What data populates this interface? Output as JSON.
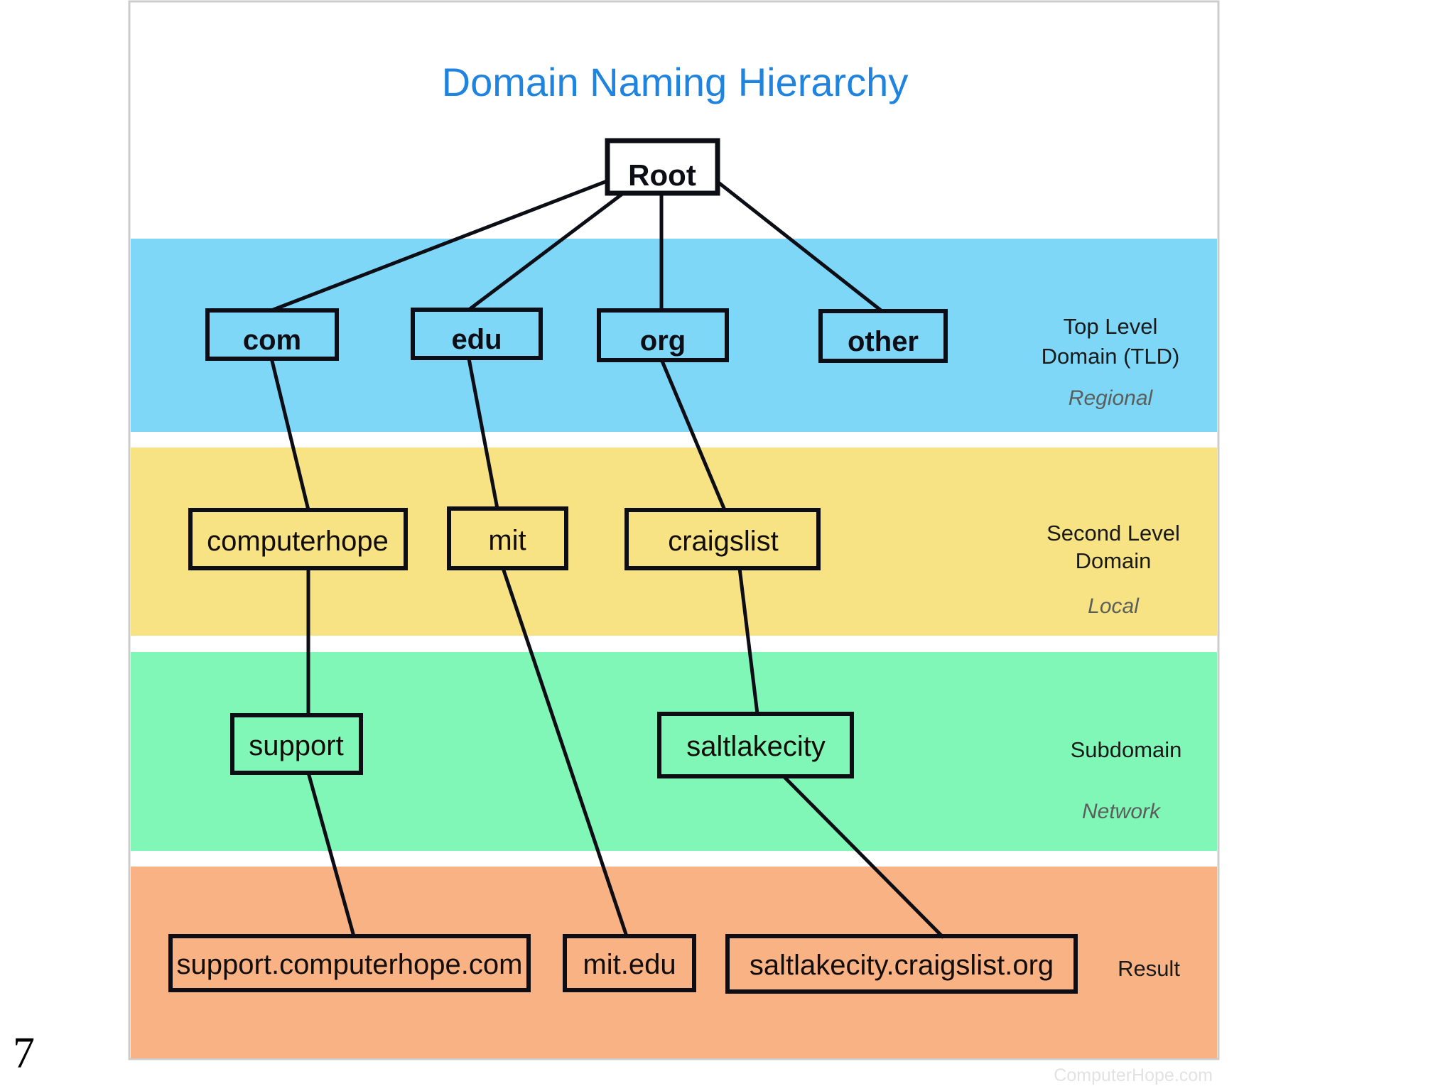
{
  "slide": {
    "page_number": "7",
    "title": "Domain Naming Hierarchy",
    "watermark": "ComputerHope.com",
    "title_color": "#1f83e0",
    "frame_border_color": "#cccccc",
    "background": "#ffffff"
  },
  "bands": [
    {
      "id": "tld",
      "label": "Top Level\nDomain (TLD)",
      "label_line1": "Top Level",
      "label_line2": "Domain (TLD)",
      "sublabel": "Regional",
      "color": "#7fd7f7"
    },
    {
      "id": "second-level",
      "label_line1": "Second Level",
      "label_line2": "Domain",
      "sublabel": "Local",
      "color": "#f7e383"
    },
    {
      "id": "subdomain",
      "label_line1": "Subdomain",
      "label_line2": "",
      "sublabel": "Network",
      "color": "#80f7b6"
    },
    {
      "id": "result",
      "label_line1": "Result",
      "label_line2": "",
      "sublabel": "",
      "color": "#f8b284"
    }
  ],
  "nodes": {
    "root": {
      "label": "Root"
    },
    "tld": [
      {
        "label": "com"
      },
      {
        "label": "edu"
      },
      {
        "label": "org"
      },
      {
        "label": "other"
      }
    ],
    "second_level": [
      {
        "label": "computerhope"
      },
      {
        "label": "mit"
      },
      {
        "label": "craigslist"
      }
    ],
    "subdomain": [
      {
        "label": "support"
      },
      {
        "label": "saltlakecity"
      }
    ],
    "results": [
      {
        "label": "support.computerhope.com"
      },
      {
        "label": "mit.edu"
      },
      {
        "label": "saltlakecity.craigslist.org"
      }
    ]
  },
  "edges": [
    {
      "from": "root",
      "to": "com"
    },
    {
      "from": "root",
      "to": "edu"
    },
    {
      "from": "root",
      "to": "org"
    },
    {
      "from": "root",
      "to": "other"
    },
    {
      "from": "com",
      "to": "computerhope"
    },
    {
      "from": "edu",
      "to": "mit"
    },
    {
      "from": "org",
      "to": "craigslist"
    },
    {
      "from": "computerhope",
      "to": "support"
    },
    {
      "from": "mit",
      "to": "mit.edu"
    },
    {
      "from": "craigslist",
      "to": "saltlakecity"
    },
    {
      "from": "support",
      "to": "support.computerhope.com"
    },
    {
      "from": "saltlakecity",
      "to": "saltlakecity.craigslist.org"
    }
  ]
}
